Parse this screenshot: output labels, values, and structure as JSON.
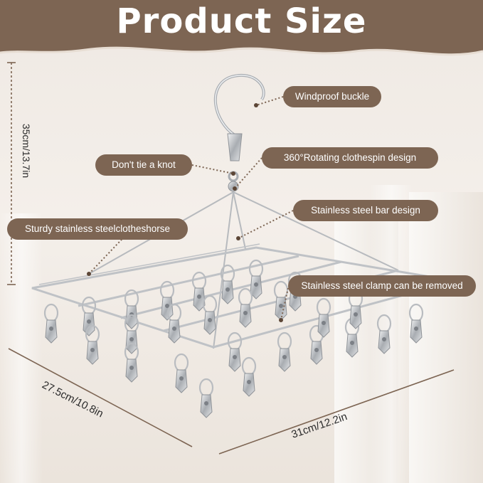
{
  "title": "Product Size",
  "callouts": {
    "windproof_buckle": "Windproof buckle",
    "dont_tie_knot": "Don't tie a knot",
    "rotating_clothespin": "360°Rotating clothespin design",
    "stainless_bar": "Stainless steel bar design",
    "sturdy_clotheshorse": "Sturdy stainless steelclotheshorse",
    "clamp_removed": "Stainless steel clamp can be removed"
  },
  "dimensions": {
    "height": "35cm/13.7in",
    "depth": "27.5cm/10.8in",
    "width": "31cm/12.2in"
  },
  "colors": {
    "banner": "#7d6553",
    "label_bg": "#7d6553",
    "wall": "#efe9e3",
    "steel": "#b9bcc0"
  }
}
